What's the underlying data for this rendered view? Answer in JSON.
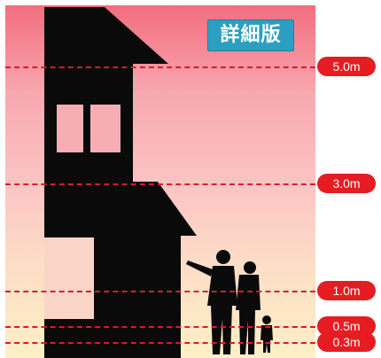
{
  "badge": {
    "label": "詳細版"
  },
  "levels": [
    {
      "label": "5.0m",
      "value_m": 5.0
    },
    {
      "label": "3.0m",
      "value_m": 3.0
    },
    {
      "label": "1.0m",
      "value_m": 1.0
    },
    {
      "label": "0.5m",
      "value_m": 0.5
    },
    {
      "label": "0.3m",
      "value_m": 0.3
    }
  ],
  "colors": {
    "line": "#d81b2a",
    "pill": "#e51d23",
    "badge": "#2a9fc2",
    "silhouette": "#0a0a0a"
  }
}
